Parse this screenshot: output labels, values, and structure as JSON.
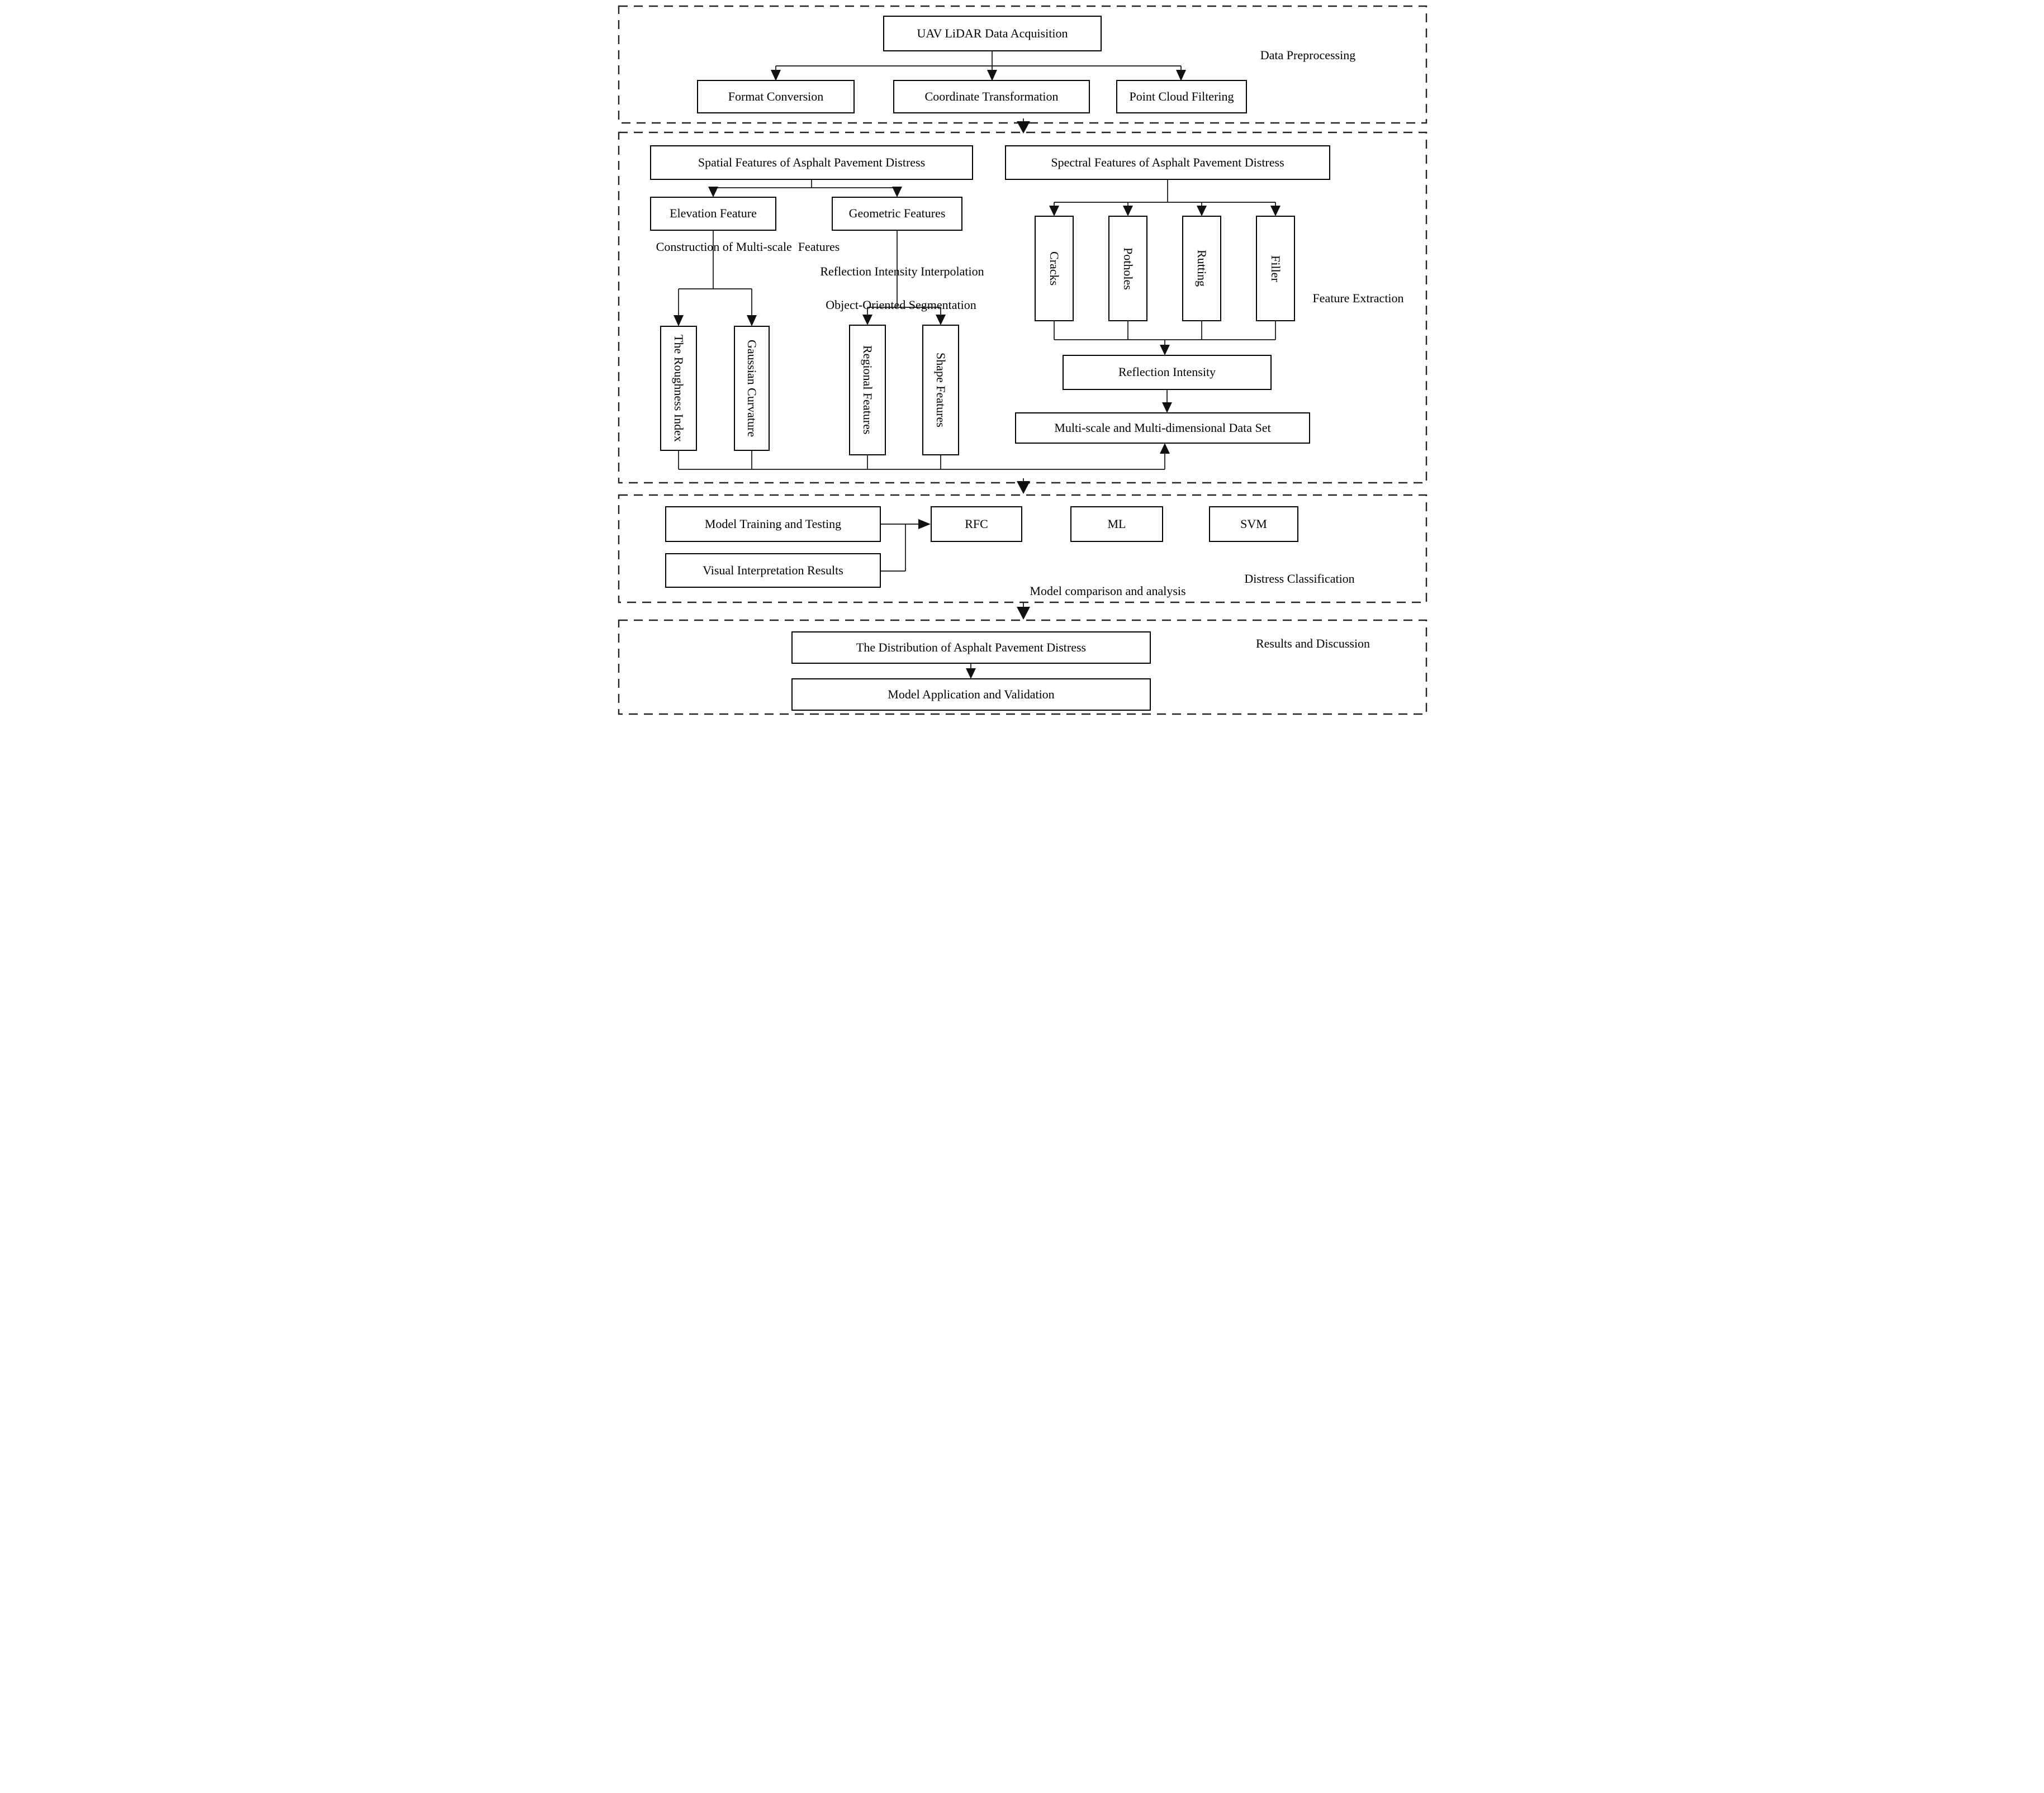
{
  "figure": {
    "background": "#ffffff",
    "line_color": "#111111",
    "sections": {
      "preprocessing": {
        "label": "Data Preprocessing",
        "root_box": "UAV LiDAR Data Acquisition",
        "steps": [
          "Format Conversion",
          "Coordinate Transformation",
          "Point Cloud Filtering"
        ]
      },
      "feature_extraction": {
        "label": "Feature Extraction",
        "spatial": {
          "title": "Spatial Features of Asphalt Pavement Distress",
          "branches": [
            "Elevation Feature",
            "Geometric Features"
          ],
          "notes": [
            "Construction of Multi-scale  Features",
            "Reflection Intensity Interpolation",
            "Object-Oriented Segmentation"
          ],
          "elevation_outputs": [
            "The Roughness Index",
            "Gaussian Curvature"
          ],
          "geometric_outputs": [
            "Regional Features",
            "Shape Features"
          ]
        },
        "spectral": {
          "title": "Spectral Features of Asphalt Pavement Distress",
          "distress_types": [
            "Cracks",
            "Potholes",
            "Rutting",
            "Filler"
          ],
          "intensity_box": "Reflection Intensity",
          "dataset_box": "Multi-scale and Multi-dimensional Data Set"
        }
      },
      "classification": {
        "label": "Distress Classification",
        "inputs": [
          "Model Training and Testing",
          "Visual Interpretation Results"
        ],
        "models": [
          "RFC",
          "ML",
          "SVM"
        ],
        "note": "Model comparison and analysis"
      },
      "results": {
        "label": "Results and Discussion",
        "steps": [
          "The Distribution of Asphalt Pavement Distress",
          "Model Application and Validation"
        ]
      }
    }
  }
}
